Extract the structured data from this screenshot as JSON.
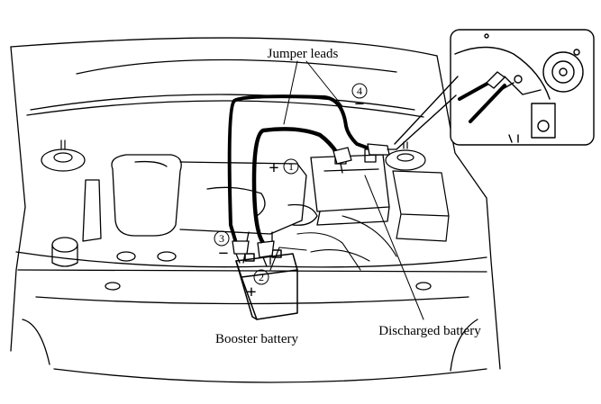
{
  "labels": {
    "jumper_leads": "Jumper leads",
    "booster_battery": "Booster battery",
    "discharged_battery": "Discharged battery"
  },
  "steps": {
    "s1": "1",
    "s2": "2",
    "s3": "3",
    "s4": "4"
  },
  "signs": {
    "plus": "+",
    "minus": "−"
  },
  "colors": {
    "line": "#000000",
    "lead": "#000000",
    "background": "#ffffff"
  }
}
